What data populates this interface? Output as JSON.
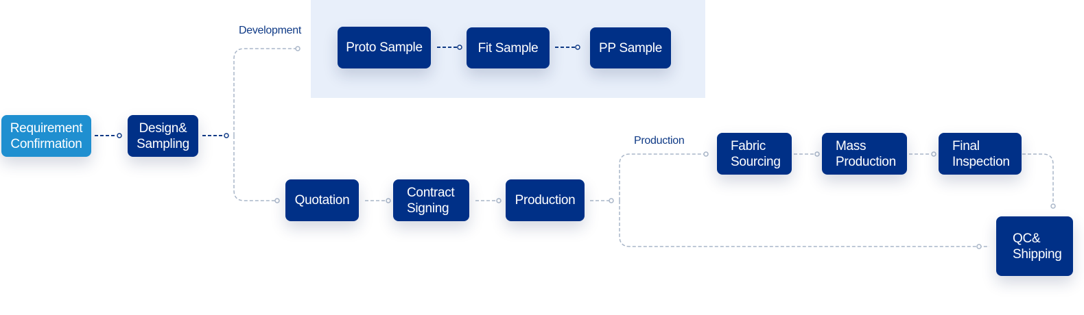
{
  "labels": {
    "development": "Development",
    "production_section": "Production"
  },
  "nodes": {
    "requirement": "Requirement\nConfirmation",
    "design": "Design&\nSampling",
    "proto": "Proto Sample",
    "fit": "Fit Sample",
    "pp": "PP Sample",
    "quotation": "Quotation",
    "contract": "Contract\nSigning",
    "production": "Production",
    "fabric": "Fabric\nSourcing",
    "mass": "Mass\nProduction",
    "inspection": "Final\nInspection",
    "qc": "QC&\nShipping"
  },
  "colors": {
    "node": "#003087",
    "node_start": "#1f8fd0",
    "panel": "#e8effa",
    "connector_dark": "#0f3a86",
    "connector_light": "#a9b6c8",
    "label": "#0f3a86"
  }
}
